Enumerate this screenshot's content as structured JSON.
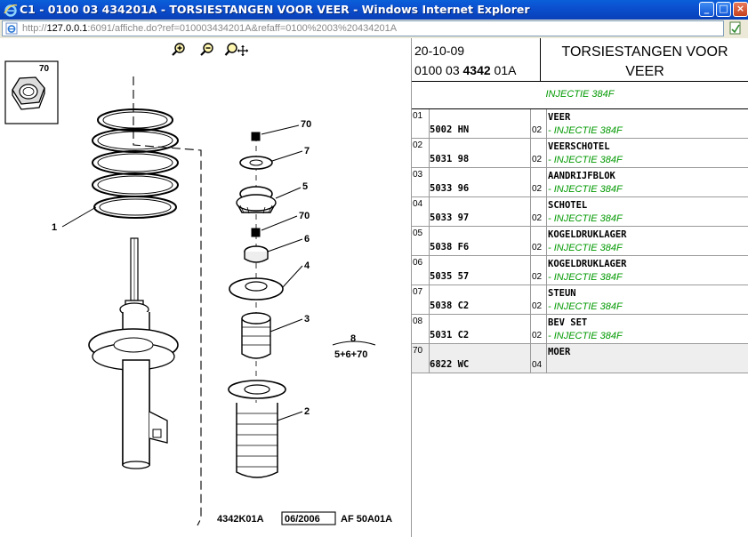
{
  "window": {
    "title": "C1 - 0100 03 434201A - TORSIESTANGEN VOOR VEER - Windows Internet Explorer",
    "buttons": {
      "minimize": "_",
      "maximize": "□",
      "close": "×"
    }
  },
  "address": {
    "prefix": "http://",
    "host": "127.0.0.1",
    "rest": ":6091/affiche.do?ref=010003434201A&refaff=0100%2003%20434201A"
  },
  "drawing": {
    "callouts": [
      "70",
      "1",
      "70",
      "7",
      "5",
      "70",
      "6",
      "4",
      "3",
      "2"
    ],
    "kit": {
      "number": "8",
      "formula": "5+6+70"
    },
    "footer": {
      "code": "4342K01A",
      "date": "06/2006",
      "ref": "AF 50A01A"
    }
  },
  "header": {
    "date": "20-10-09",
    "ref_prefix": "0100 03",
    "ref_bold": "4342",
    "ref_suffix": "01A",
    "title": "TORSIESTANGEN VOOR VEER"
  },
  "subheader": "INJECTIE 384F",
  "parts": [
    {
      "num": "01",
      "ref": "5002 HN",
      "qty": "02",
      "name": "VEER",
      "note": "- INJECTIE 384F"
    },
    {
      "num": "02",
      "ref": "5031 98",
      "qty": "02",
      "name": "VEERSCHOTEL",
      "note": "- INJECTIE 384F"
    },
    {
      "num": "03",
      "ref": "5033 96",
      "qty": "02",
      "name": "AANDRIJFBLOK",
      "note": "- INJECTIE 384F"
    },
    {
      "num": "04",
      "ref": "5033 97",
      "qty": "02",
      "name": "SCHOTEL",
      "note": "- INJECTIE 384F"
    },
    {
      "num": "05",
      "ref": "5038 F6",
      "qty": "02",
      "name": "KOGELDRUKLAGER",
      "note": "- INJECTIE 384F"
    },
    {
      "num": "06",
      "ref": "5035 57",
      "qty": "02",
      "name": "KOGELDRUKLAGER",
      "note": "- INJECTIE 384F"
    },
    {
      "num": "07",
      "ref": "5038 C2",
      "qty": "02",
      "name": "STEUN",
      "note": "- INJECTIE 384F"
    },
    {
      "num": "08",
      "ref": "5031 C2",
      "qty": "02",
      "name": "BEV SET",
      "note": "- INJECTIE 384F"
    },
    {
      "num": "70",
      "ref": "6822 WC",
      "qty": "04",
      "name": "MOER",
      "note": ""
    }
  ],
  "colors": {
    "titlebar": "#0b4fcf",
    "note_green": "#009900"
  }
}
